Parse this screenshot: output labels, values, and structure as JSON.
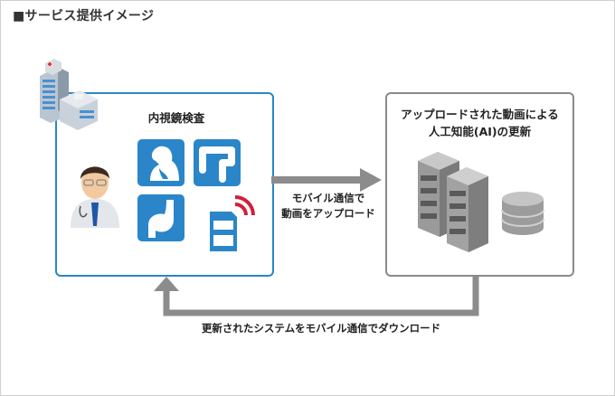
{
  "title": "■サービス提供イメージ",
  "hospital_box": {
    "label": "内視鏡検査",
    "icons": [
      "hospital-building-icon",
      "doctor-icon",
      "throat-endoscopy-icon",
      "colon-icon",
      "stomach-icon",
      "sim-card-wireless-icon"
    ]
  },
  "upload_arrow": {
    "line1": "モバイル通信で",
    "line2": "動画をアップロード"
  },
  "ai_box": {
    "line1": "アップロードされた動画による",
    "line2": "人工知能(AI)の更新",
    "icons": [
      "server-rack-icon",
      "server-rack-icon",
      "database-icon"
    ]
  },
  "download_arrow": {
    "label": "更新されたシステムをモバイル通信でダウンロード"
  },
  "colors": {
    "blue": "#2a86c8",
    "arrow_gray": "#8c8c8c",
    "wireless_red": "#d0203a"
  }
}
